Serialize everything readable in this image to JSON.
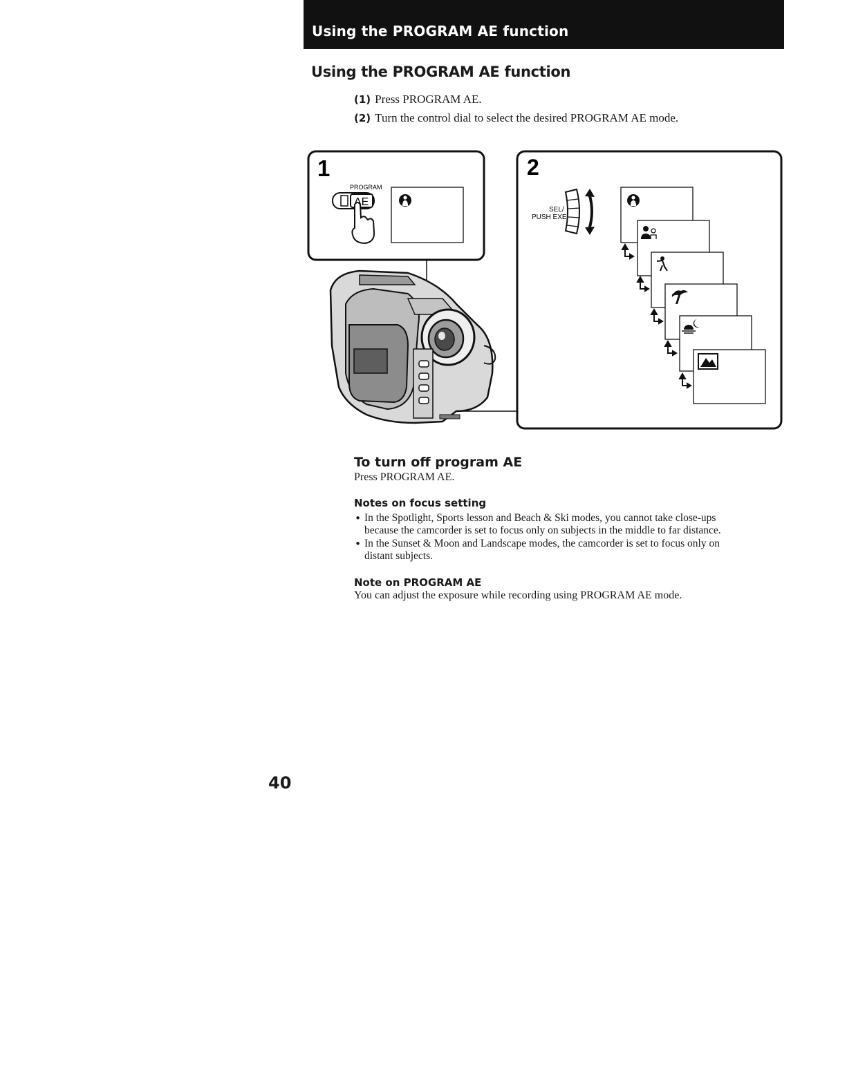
{
  "header": {
    "title": "Using the PROGRAM AE function"
  },
  "section": {
    "title": "Using the PROGRAM AE function"
  },
  "steps": [
    {
      "num": "(1)",
      "text": "Press PROGRAM AE."
    },
    {
      "num": "(2)",
      "text": "Turn the control dial to select the desired PROGRAM AE mode."
    }
  ],
  "figure": {
    "panel1_num": "1",
    "panel2_num": "2",
    "button_top_label": "PROGRAM",
    "button_label": "AE",
    "dial_label_1": "SEL/",
    "dial_label_2": "PUSH EXEC",
    "modes": [
      "spotlight-icon",
      "sports-lesson-icon",
      "golf-icon",
      "beach-ski-icon",
      "sunset-moon-icon",
      "landscape-icon"
    ]
  },
  "turn_off": {
    "title": "To turn off program AE",
    "text": "Press PROGRAM AE."
  },
  "notes_focus": {
    "title": "Notes on focus setting",
    "bullets": [
      {
        "line1": "In the Spotlight, Sports lesson and Beach & Ski modes, you cannot take close-ups",
        "line2": "because the camcorder is set to focus only on subjects in the middle to far distance."
      },
      {
        "line1": "In the Sunset & Moon and Landscape modes, the camcorder is set to focus only on",
        "line2": "distant subjects."
      }
    ]
  },
  "note_program": {
    "title": "Note on PROGRAM AE",
    "text": "You can adjust the exposure while recording using PROGRAM AE mode."
  },
  "page_number": "40",
  "colors": {
    "header_bg": "#111111",
    "header_text": "#ffffff",
    "ink": "#1a1a1a"
  }
}
